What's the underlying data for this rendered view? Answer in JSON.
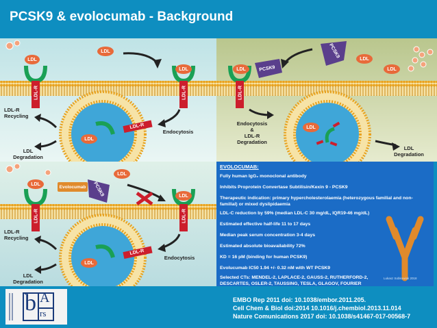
{
  "title": "PCSK9 & evolocumab - Background",
  "tokens": {
    "ldl": "LDL",
    "ldl_r": "LDL-R",
    "pcsk9": "PCSK9",
    "evolocumab": "Evolocumab"
  },
  "panel_tl": {
    "recycling": "LDL-R\nRecycling",
    "degradation": "LDL\nDegradation",
    "endocytosis": "Endocytosis"
  },
  "panel_tr": {
    "endocytosis": "Endocytosis\n&\nLDL-R\nDegradation",
    "degradation": "LDL\nDegradation"
  },
  "panel_bl": {
    "recycling": "LDL-R\nRecycling",
    "degradation": "LDL\nDegradation",
    "endocytosis": "Endocytosis"
  },
  "info": {
    "header": "EVOLOCUMAB:",
    "lines": [
      "Fully human IgG₂ monoclonal antibody",
      "Inhibits Proprotein Convertase Subtilisin/Kexin 9 - PCSK9",
      "Therapeutic indication: primary hypercholesterolaemia (heterozygous familial and non-familial) or mixed dyslipidaemia",
      "LDL-C reduction by 59% (median LDL-C 30 mg/dL, IQR19-46 mg/dL)",
      "Estimated effective half-life 11 to 17 days",
      "Median peak serum concentration 3-4 days",
      "Estimated absolute bioavailability 72%",
      "KD = 16 pM (binding for human PCSK9)",
      "Evolucumab IC50 1.94 +/- 0.32 nM with WT PCSK9",
      "Selected CTs: MENDEL-2, LAPLACE-2, GAUSS-2, RUTHERFORD-2, DESCARTES, OSLER-2, TAUSSING, TESLA, GLAGOV, FOURIER"
    ],
    "author": "Lukasz Sobkowiak 2018"
  },
  "refs": [
    "EMBO Rep 2011 doi: 10.1038/embor.2011.205.",
    "Cell Chem & Biol doi:2014 10.1016/j.chembiol.2013.11.014",
    "Nature Comunications 2017 doi: 10.1038/s41467-017-00568-7"
  ],
  "logo": {
    "letters": [
      "b",
      "A",
      "rs"
    ]
  },
  "colors": {
    "background": "#0e8ec0",
    "ldl": "#e86a3a",
    "ldl_r": "#cc1e2c",
    "receptor": "#1aa055",
    "pcsk9": "#5a3f8c",
    "evolocumab": "#e08a2c",
    "info": "#1b6cc6"
  }
}
